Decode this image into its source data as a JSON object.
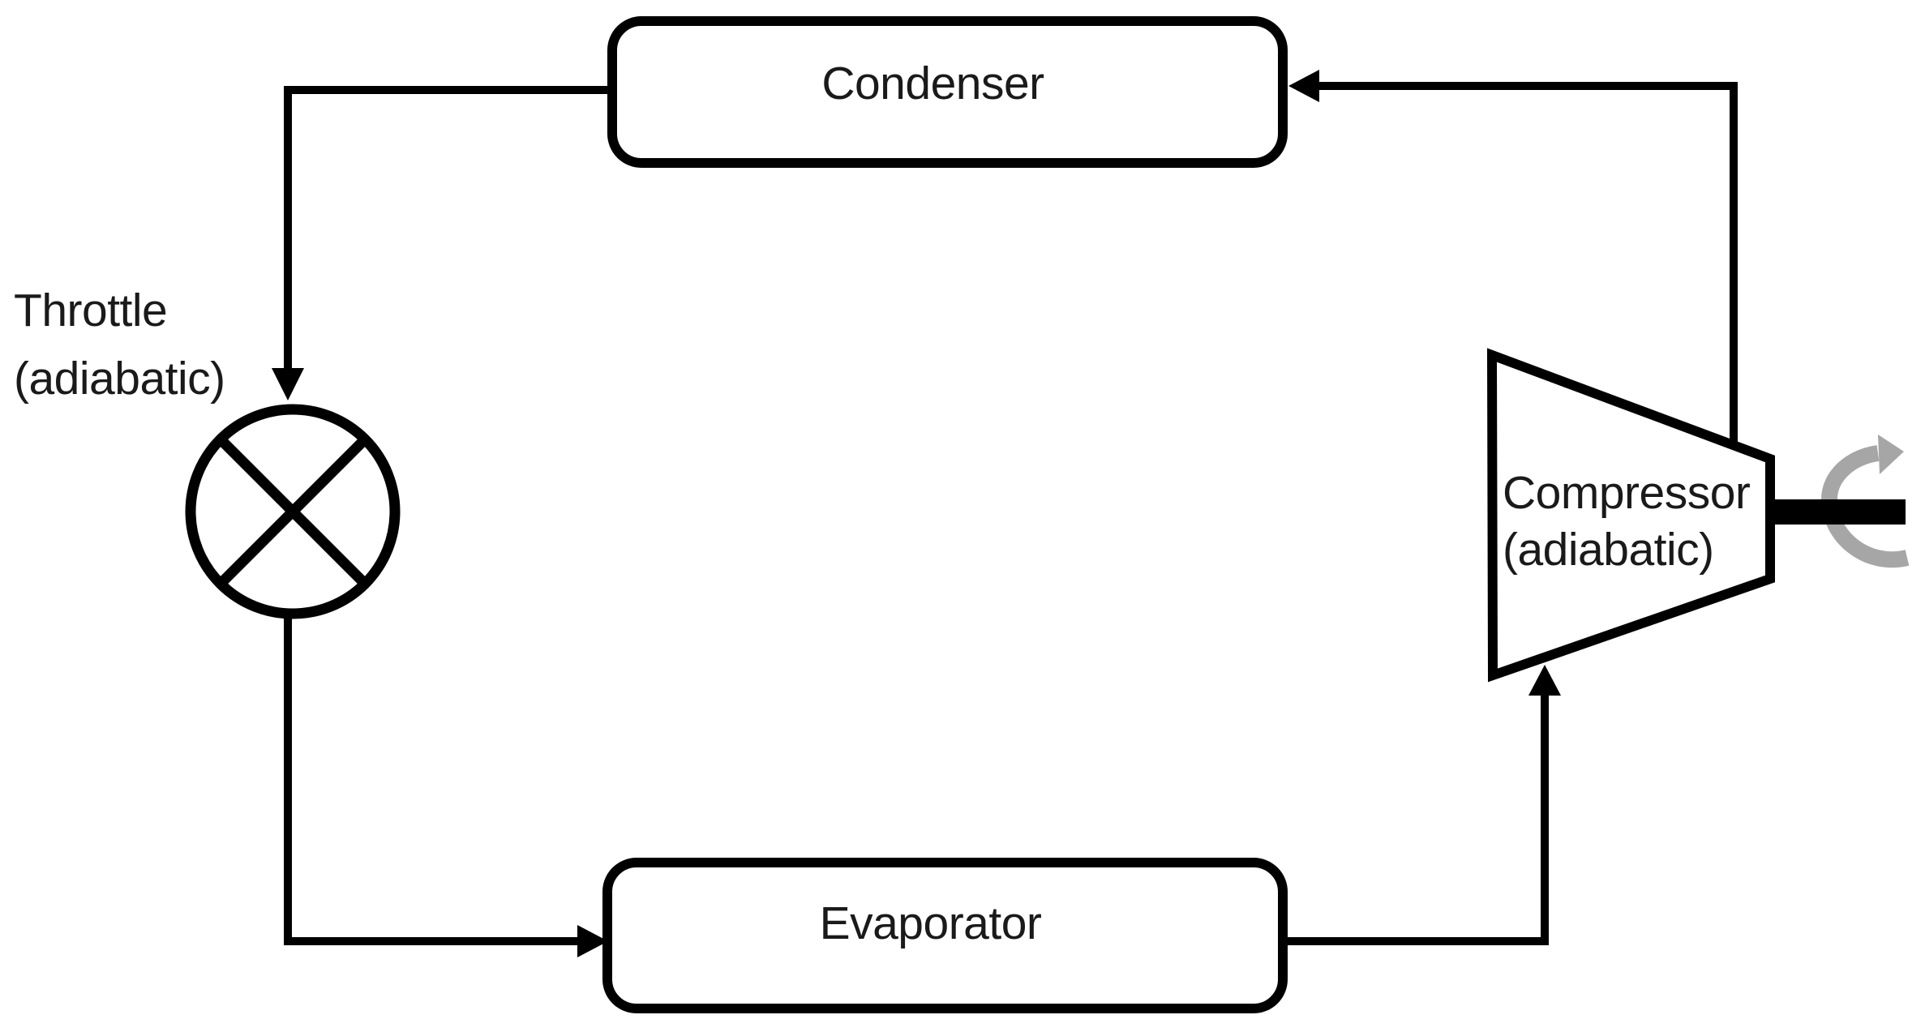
{
  "diagram": {
    "components": {
      "condenser": {
        "label": "Condenser"
      },
      "throttle": {
        "label_line1": "Throttle",
        "label_line2": "(adiabatic)",
        "symbol": "circle-with-x-valve"
      },
      "evaporator": {
        "label": "Evaporator"
      },
      "compressor": {
        "label_line1": "Compressor",
        "label_line2": "(adiabatic)",
        "symbol": "trapezoid-with-shaft",
        "rotation_icon": "curved-rotation-arrow"
      }
    },
    "flow_arrows": [
      "condenser-to-throttle",
      "throttle-to-evaporator",
      "evaporator-to-compressor",
      "compressor-to-condenser"
    ],
    "colors": {
      "line": "#000000",
      "fill": "#ffffff",
      "text": "#1a1a1a",
      "rotation_arrow": "#a6a6a6",
      "background": "#ffffff"
    }
  }
}
